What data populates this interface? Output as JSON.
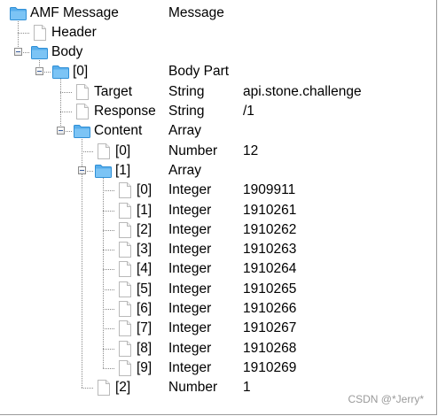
{
  "tree": {
    "rows": [
      {
        "id": "amf-message",
        "label": "AMF Message",
        "type": "Message",
        "value": "",
        "depth": 0,
        "icon": "folder-icon",
        "expanded": true
      },
      {
        "id": "header",
        "label": "Header",
        "type": "",
        "value": "",
        "depth": 1,
        "icon": "file-icon"
      },
      {
        "id": "body",
        "label": "Body",
        "type": "",
        "value": "",
        "depth": 1,
        "icon": "folder-icon",
        "expanded": true
      },
      {
        "id": "body-part-0",
        "label": "[0]",
        "type": "Body Part",
        "value": "",
        "depth": 2,
        "icon": "folder-icon",
        "expanded": true
      },
      {
        "id": "target",
        "label": "Target",
        "type": "String",
        "value": "api.stone.challenge",
        "depth": 3,
        "icon": "file-icon"
      },
      {
        "id": "response",
        "label": "Response",
        "type": "String",
        "value": "/1",
        "depth": 3,
        "icon": "file-icon"
      },
      {
        "id": "content",
        "label": "Content",
        "type": "Array",
        "value": "",
        "depth": 3,
        "icon": "folder-icon",
        "expanded": true
      },
      {
        "id": "content-0",
        "label": "[0]",
        "type": "Number",
        "value": "12",
        "depth": 4,
        "icon": "file-icon"
      },
      {
        "id": "content-1",
        "label": "[1]",
        "type": "Array",
        "value": "",
        "depth": 4,
        "icon": "folder-icon",
        "expanded": true
      },
      {
        "id": "array-0",
        "label": "[0]",
        "type": "Integer",
        "value": "1909911",
        "depth": 5,
        "icon": "file-icon"
      },
      {
        "id": "array-1",
        "label": "[1]",
        "type": "Integer",
        "value": "1910261",
        "depth": 5,
        "icon": "file-icon"
      },
      {
        "id": "array-2",
        "label": "[2]",
        "type": "Integer",
        "value": "1910262",
        "depth": 5,
        "icon": "file-icon"
      },
      {
        "id": "array-3",
        "label": "[3]",
        "type": "Integer",
        "value": "1910263",
        "depth": 5,
        "icon": "file-icon"
      },
      {
        "id": "array-4",
        "label": "[4]",
        "type": "Integer",
        "value": "1910264",
        "depth": 5,
        "icon": "file-icon"
      },
      {
        "id": "array-5",
        "label": "[5]",
        "type": "Integer",
        "value": "1910265",
        "depth": 5,
        "icon": "file-icon"
      },
      {
        "id": "array-6",
        "label": "[6]",
        "type": "Integer",
        "value": "1910266",
        "depth": 5,
        "icon": "file-icon"
      },
      {
        "id": "array-7",
        "label": "[7]",
        "type": "Integer",
        "value": "1910267",
        "depth": 5,
        "icon": "file-icon"
      },
      {
        "id": "array-8",
        "label": "[8]",
        "type": "Integer",
        "value": "1910268",
        "depth": 5,
        "icon": "file-icon"
      },
      {
        "id": "array-9",
        "label": "[9]",
        "type": "Integer",
        "value": "1910269",
        "depth": 5,
        "icon": "file-icon"
      },
      {
        "id": "content-2",
        "label": "[2]",
        "type": "Number",
        "value": "1",
        "depth": 4,
        "icon": "file-icon"
      }
    ]
  },
  "watermark": "CSDN @*Jerry*",
  "colors": {
    "folder": "#58aeec",
    "folder_dark": "#2f8fd6",
    "tree_line": "#8a8a8a",
    "text": "#000000"
  }
}
